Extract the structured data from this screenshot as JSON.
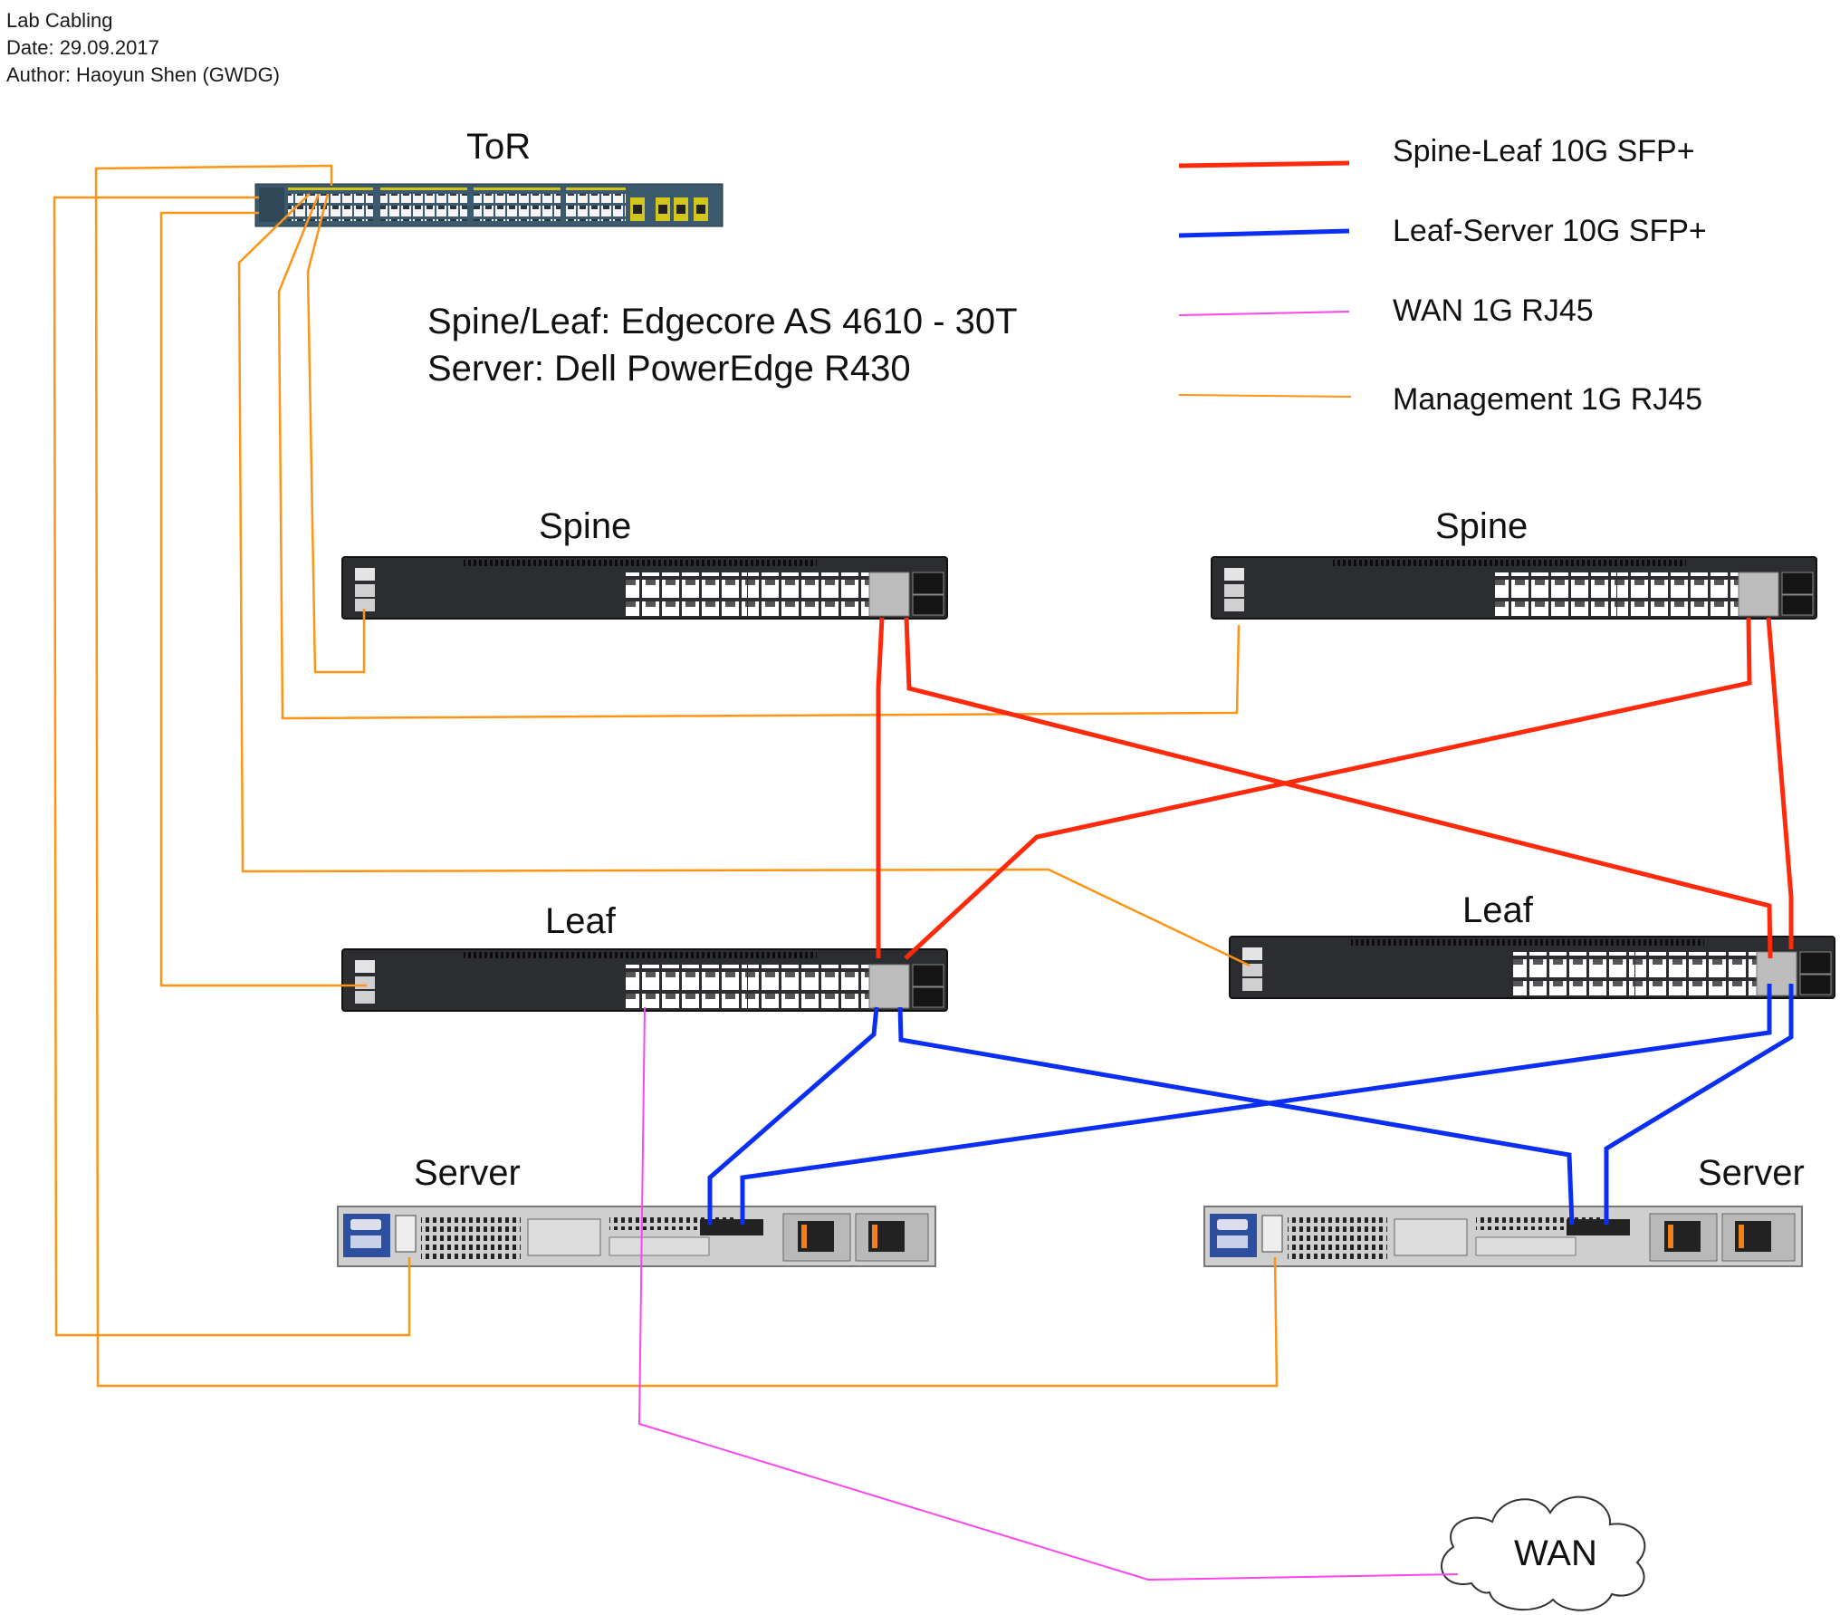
{
  "header": {
    "title": "Lab Cabling",
    "date": "Date: 29.09.2017",
    "author": "Author: Haoyun Shen (GWDG)"
  },
  "info": {
    "line1": "Spine/Leaf: Edgecore AS 4610 - 30T",
    "line2": "Server: Dell PowerEdge R430"
  },
  "legend": [
    {
      "label": "Spine-Leaf 10G SFP+",
      "color": "#ff2a0c"
    },
    {
      "label": "Leaf-Server 10G SFP+",
      "color": "#0a2ef2"
    },
    {
      "label": "WAN 1G RJ45",
      "color": "#ff44ee"
    },
    {
      "label": "Management 1G RJ45",
      "color": "#ff9414"
    }
  ],
  "devices": {
    "tor": "ToR",
    "spine_left": "Spine",
    "spine_right": "Spine",
    "leaf_left": "Leaf",
    "leaf_right": "Leaf",
    "server_left": "Server",
    "server_right": "Server",
    "wan": "WAN"
  }
}
